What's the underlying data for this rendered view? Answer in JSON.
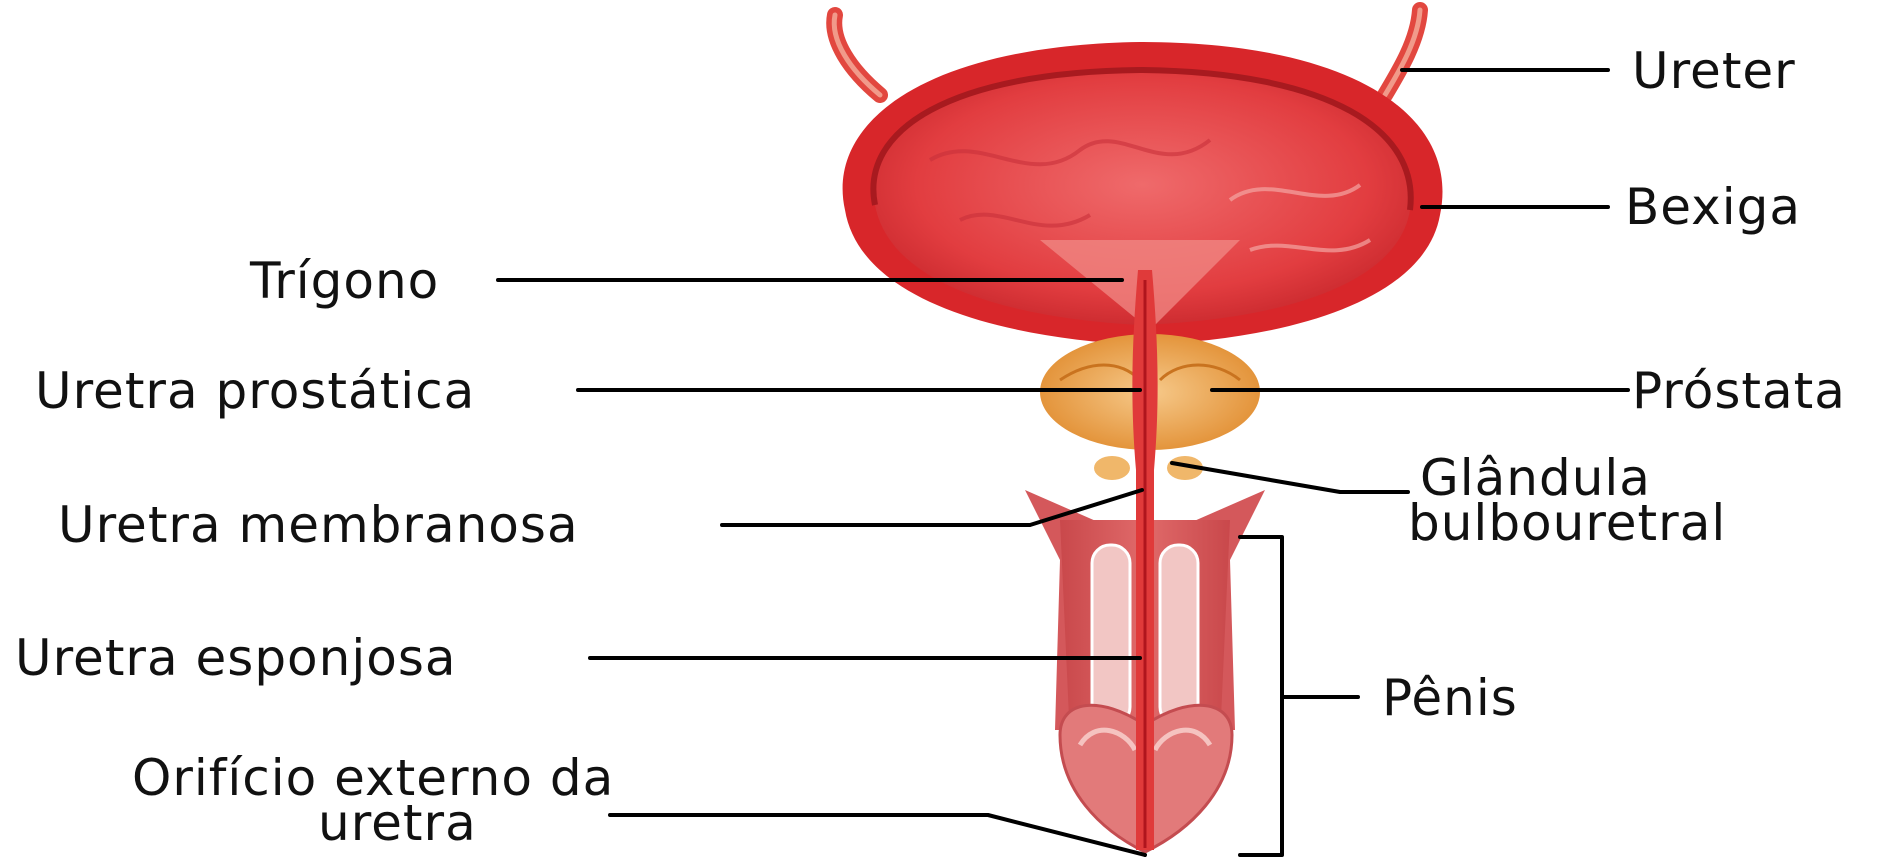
{
  "labels": {
    "ureter": "Ureter",
    "bexiga": "Bexiga",
    "trigono": "Trígono",
    "uretra_prostatica": "Uretra prostática",
    "prostata": "Próstata",
    "glandula_line1": "Glândula",
    "glandula_line2": "bulbouretral",
    "uretra_membranosa": "Uretra membranosa",
    "uretra_esponjosa": "Uretra esponjosa",
    "penis": "Pênis",
    "orificio_line1": "Orifício externo da",
    "orificio_line2": "uretra"
  },
  "colors": {
    "bladder_outer": "#d8262a",
    "bladder_inner": "#e8474a",
    "bladder_wall_dark": "#b51a20",
    "prostate": "#e89a3a",
    "prostate_light": "#f3c07a",
    "penis_body": "#d9585a",
    "erectile_tissue": "#f2c6c4",
    "urethra": "#e03a3a"
  }
}
